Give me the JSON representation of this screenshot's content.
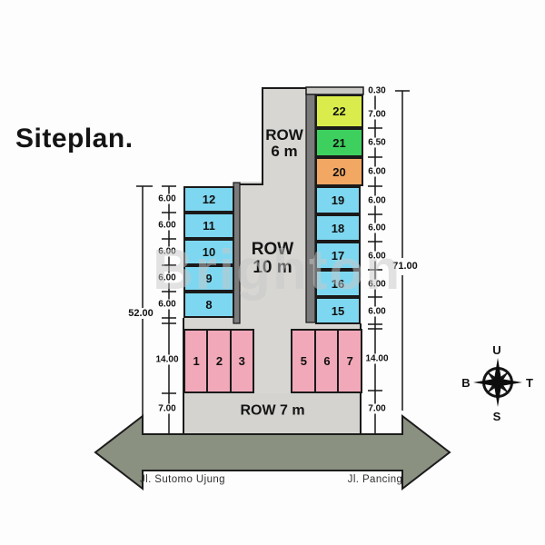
{
  "title": "Siteplan.",
  "watermark": "Brighton",
  "colors": {
    "cyan": "#7ed7f0",
    "pink": "#f1a8b8",
    "orange": "#f2a763",
    "green": "#3ed05f",
    "lime": "#d9ec4b",
    "road": "#d7d6d3",
    "wall": "#7b7b7b",
    "arrow": "#8b9181",
    "outline": "#1a1a1a"
  },
  "roads": {
    "row6_line1": "ROW",
    "row6_line2": "6 m",
    "row10_line1": "ROW",
    "row10_line2": "10 m",
    "row7": "ROW 7 m"
  },
  "lots": {
    "top": [
      {
        "no": "22",
        "color": "lime"
      },
      {
        "no": "21",
        "color": "green"
      },
      {
        "no": "20",
        "color": "orange"
      }
    ],
    "left_column": [
      {
        "no": "12",
        "color": "cyan"
      },
      {
        "no": "11",
        "color": "cyan"
      },
      {
        "no": "10",
        "color": "cyan"
      },
      {
        "no": "9",
        "color": "cyan"
      },
      {
        "no": "8",
        "color": "cyan"
      }
    ],
    "right_column": [
      {
        "no": "19",
        "color": "cyan"
      },
      {
        "no": "18",
        "color": "cyan"
      },
      {
        "no": "17",
        "color": "cyan"
      },
      {
        "no": "16",
        "color": "cyan"
      },
      {
        "no": "15",
        "color": "cyan"
      }
    ],
    "bottom_left": [
      {
        "no": "1",
        "color": "pink"
      },
      {
        "no": "2",
        "color": "pink"
      },
      {
        "no": "3",
        "color": "pink"
      }
    ],
    "bottom_right": [
      {
        "no": "5",
        "color": "pink"
      },
      {
        "no": "6",
        "color": "pink"
      },
      {
        "no": "7",
        "color": "pink"
      }
    ]
  },
  "dims": {
    "left_total": "52.00",
    "left": [
      "6.00",
      "6.00",
      "6.00",
      "6.00",
      "6.00",
      "14.00",
      "7.00"
    ],
    "right": [
      "0.30",
      "7.00",
      "6.50",
      "6.00",
      "6.00",
      "6.00",
      "6.00",
      "6.00",
      "6.00",
      "14.00",
      "7.00"
    ],
    "right_total": "71.00"
  },
  "compass": {
    "north": "U",
    "east": "T",
    "south": "S",
    "west": "B"
  },
  "streets": {
    "left": "Jl. Sutomo Ujung",
    "right": "Jl. Pancing"
  }
}
